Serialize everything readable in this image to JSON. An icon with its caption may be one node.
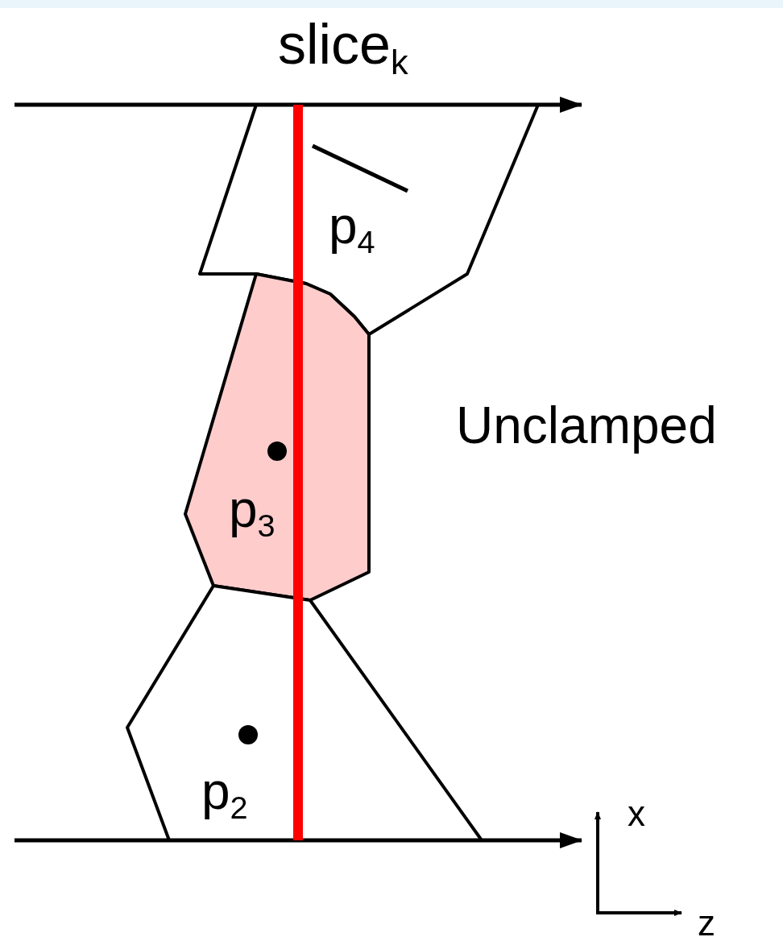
{
  "diagram": {
    "nodes": [
      {
        "text": [
          "p$_{4}$"
        ]
      },
      {
        "text": [
          "p$_{3}$"
        ]
      },
      {
        "text": [
          "p$_{2}$"
        ]
      }
    ],
    "labels": [
      "slice$_{k}$",
      "Unclamped",
      "x",
      "z"
    ]
  }
}
